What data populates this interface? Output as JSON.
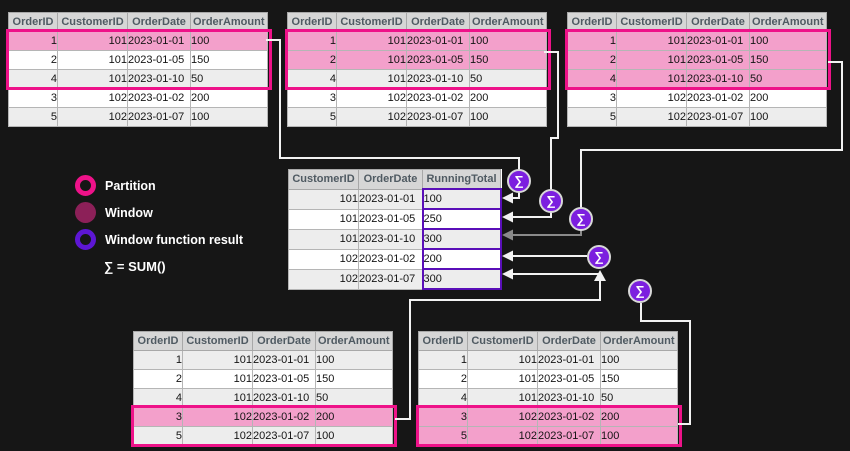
{
  "sigma_symbol": "∑",
  "legend": {
    "items": [
      {
        "icon": "partition-ring-icon",
        "label": "Partition"
      },
      {
        "icon": "window-dot-icon",
        "label": "Window"
      },
      {
        "icon": "result-ring-icon",
        "label": "Window function result"
      }
    ],
    "formula": "∑ = SUM()"
  },
  "source_headers": [
    "OrderID",
    "CustomerID",
    "OrderDate",
    "OrderAmount"
  ],
  "source_rows": [
    [
      "1",
      "101",
      "2023-01-01",
      "100"
    ],
    [
      "2",
      "101",
      "2023-01-05",
      "150"
    ],
    [
      "4",
      "101",
      "2023-01-10",
      "50"
    ],
    [
      "3",
      "102",
      "2023-01-02",
      "200"
    ],
    [
      "5",
      "102",
      "2023-01-07",
      "100"
    ]
  ],
  "source_tables": [
    {
      "id": "top-left",
      "partition_rows": [
        0,
        1,
        2
      ],
      "window_rows": [
        0
      ]
    },
    {
      "id": "top-middle",
      "partition_rows": [
        0,
        1,
        2
      ],
      "window_rows": [
        0,
        1
      ]
    },
    {
      "id": "top-right",
      "partition_rows": [
        0,
        1,
        2
      ],
      "window_rows": [
        0,
        1,
        2
      ]
    },
    {
      "id": "bottom-left",
      "partition_rows": [
        3,
        4
      ],
      "window_rows": [
        3
      ]
    },
    {
      "id": "bottom-right",
      "partition_rows": [
        3,
        4
      ],
      "window_rows": [
        3,
        4
      ]
    }
  ],
  "result_table": {
    "headers": [
      "CustomerID",
      "OrderDate",
      "RunningTotal"
    ],
    "rows": [
      [
        "101",
        "2023-01-01",
        "100"
      ],
      [
        "101",
        "2023-01-05",
        "250"
      ],
      [
        "101",
        "2023-01-10",
        "300"
      ],
      [
        "102",
        "2023-01-02",
        "200"
      ],
      [
        "102",
        "2023-01-07",
        "300"
      ]
    ]
  },
  "colors": {
    "bg": "#161616",
    "partition": "#ee1289",
    "window_row": "#f3a0cb",
    "window_legend": "#8c2058",
    "result_border": "#5a0fb8",
    "result_ring": "#5d16d4",
    "sigma_fill": "#7c1fdf",
    "wire": "#f2f2f2",
    "wire_gray": "#8a8a8a",
    "header_bg": "#d6d6d6",
    "header_text": "#4f5a62",
    "row_odd": "#ededed"
  }
}
